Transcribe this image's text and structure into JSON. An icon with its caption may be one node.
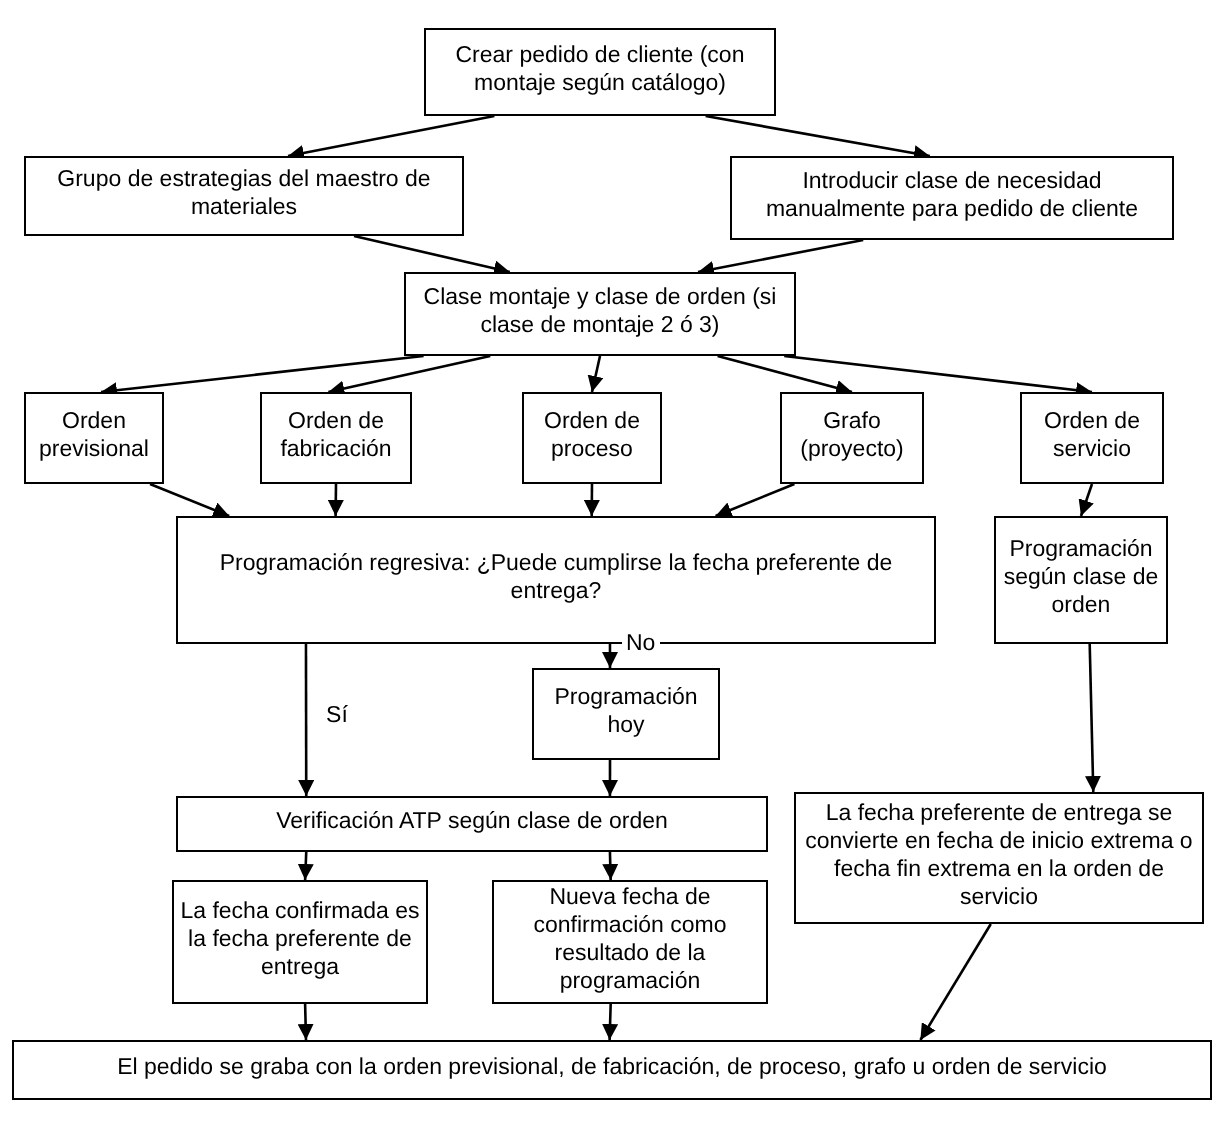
{
  "diagram": {
    "nodes": [
      {
        "text": [
          "Crear pedido de cliente (con montaje según catálogo)"
        ]
      },
      {
        "text": [
          "Grupo de estrategias del maestro de materiales"
        ]
      },
      {
        "text": [
          "Introducir clase de necesidad manualmente para pedido de cliente"
        ]
      },
      {
        "text": [
          "Clase montaje y clase de orden (si clase de montaje 2 ó 3)"
        ]
      },
      {
        "text": [
          "Orden previsional"
        ]
      },
      {
        "text": [
          "Orden de fabricación"
        ]
      },
      {
        "text": [
          "Orden de proceso"
        ]
      },
      {
        "text": [
          "Grafo (proyecto)"
        ]
      },
      {
        "text": [
          "Orden de servicio"
        ]
      },
      {
        "text": [
          "Programación regresiva: ¿Puede cumplirse la fecha preferente de entrega?"
        ]
      },
      {
        "text": [
          "Programación según clase de orden"
        ]
      },
      {
        "text": [
          "Programación hoy"
        ]
      },
      {
        "text": [
          "Verificación ATP según clase de orden"
        ]
      },
      {
        "text": [
          "La fecha preferente de entrega se convierte en fecha de inicio extrema o fecha fin extrema en la orden de servicio"
        ]
      },
      {
        "text": [
          "La fecha confirmada es la fecha preferente de entrega"
        ]
      },
      {
        "text": [
          "Nueva fecha de confirmación como resultado de la programación"
        ]
      },
      {
        "text": [
          "El pedido se graba con la orden previsional, de fabricación, de proceso, grafo u orden de servicio"
        ]
      }
    ],
    "edges": [
      {
        "from": 0,
        "to": 1,
        "arrow": "to"
      },
      {
        "from": 0,
        "to": 2,
        "arrow": "to"
      },
      {
        "from": 1,
        "to": 3,
        "arrow": "to"
      },
      {
        "from": 2,
        "to": 3,
        "arrow": "to"
      },
      {
        "from": 3,
        "to": 4,
        "arrow": "to"
      },
      {
        "from": 3,
        "to": 5,
        "arrow": "to"
      },
      {
        "from": 3,
        "to": 6,
        "arrow": "to"
      },
      {
        "from": 3,
        "to": 7,
        "arrow": "to"
      },
      {
        "from": 3,
        "to": 8,
        "arrow": "to"
      },
      {
        "from": 4,
        "to": 9,
        "arrow": "to"
      },
      {
        "from": 5,
        "to": 9,
        "arrow": "to"
      },
      {
        "from": 6,
        "to": 9,
        "arrow": "to"
      },
      {
        "from": 7,
        "to": 9,
        "arrow": "to"
      },
      {
        "from": 8,
        "to": 10,
        "arrow": "to"
      },
      {
        "from": 9,
        "to": 12,
        "arrow": "to",
        "label": "Sí"
      },
      {
        "from": 9,
        "to": 11,
        "arrow": "to",
        "label": "No"
      },
      {
        "from": 11,
        "to": 12,
        "arrow": "to"
      },
      {
        "from": 10,
        "to": 13,
        "arrow": "to"
      },
      {
        "from": 12,
        "to": 14,
        "arrow": "to"
      },
      {
        "from": 12,
        "to": 15,
        "arrow": "to"
      },
      {
        "from": 13,
        "to": 16,
        "arrow": "to"
      },
      {
        "from": 14,
        "to": 16,
        "arrow": "to"
      },
      {
        "from": 15,
        "to": 16,
        "arrow": "to"
      }
    ]
  }
}
